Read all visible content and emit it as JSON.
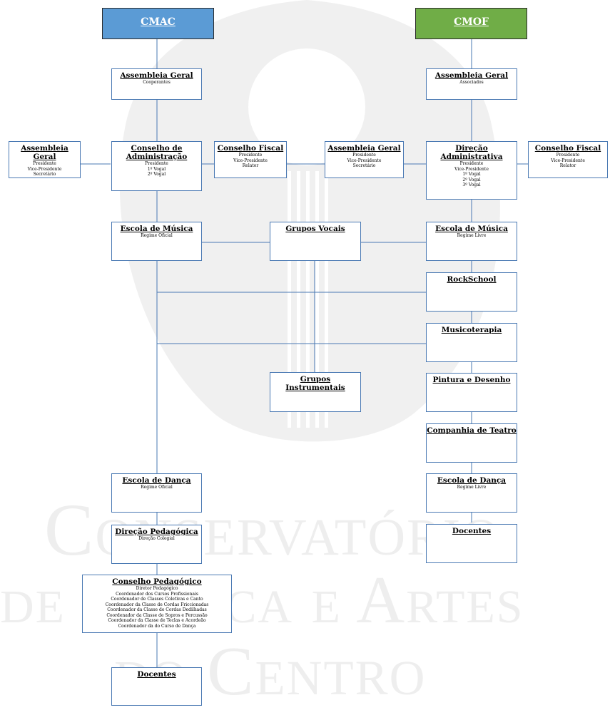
{
  "headers": {
    "cmac": "CMAC",
    "cmof": "CMOF"
  },
  "colors": {
    "cmac": "#5b9bd5",
    "cmof": "#70ad47",
    "line": "#4a79b3"
  },
  "watermark": {
    "line1": "Conservatório",
    "line2": "de Música e Artes",
    "line3": "do Centro"
  },
  "nodes": {
    "ag_cmac": {
      "title": "Assembleia Geral",
      "sub": [
        "Cooperantes"
      ]
    },
    "ag_left": {
      "title": "Assembleia Geral",
      "sub": [
        "Presidente",
        "Vice-Presidente",
        "Secretário"
      ]
    },
    "ca": {
      "title": "Conselho de Administração",
      "sub": [
        "Presidente",
        "1º Vogal",
        "2º Vogal"
      ]
    },
    "cf_cmac": {
      "title": "Conselho Fiscal",
      "sub": [
        "Presidente",
        "Vice-Presidente",
        "Relator"
      ]
    },
    "ag_mid": {
      "title": "Assembleia Geral",
      "sub": [
        "Presidente",
        "Vice-Presidente",
        "Secretário"
      ]
    },
    "ag_cmof": {
      "title": "Assembleia Geral",
      "sub": [
        "Associados"
      ]
    },
    "da": {
      "title": "Direção Administrativa",
      "sub": [
        "Presidente",
        "Vice-Presidente",
        "1º Vogal",
        "2º Vogal",
        "3º Vogal"
      ]
    },
    "cf_cmof": {
      "title": "Conselho Fiscal",
      "sub": [
        "Presidente",
        "Vice-Presidente",
        "Relator"
      ]
    },
    "em_cmac": {
      "title": "Escola de Música",
      "sub": [
        "Regime Oficial"
      ]
    },
    "gv": {
      "title": "Grupos Vocais",
      "sub": []
    },
    "em_cmof": {
      "title": "Escola de Música",
      "sub": [
        "Regime Livre"
      ]
    },
    "rock": {
      "title": "RockSchool",
      "sub": []
    },
    "musico": {
      "title": "Musicoterapia",
      "sub": []
    },
    "gi": {
      "title": "Grupos Instrumentais",
      "sub": []
    },
    "pintura": {
      "title": "Pintura e Desenho",
      "sub": []
    },
    "teatro": {
      "title": "Companhia de Teatro",
      "sub": []
    },
    "ed_cmac": {
      "title": "Escola de Dança",
      "sub": [
        "Regime Oficial"
      ]
    },
    "ed_cmof": {
      "title": "Escola de Dança",
      "sub": [
        "Regime Livre"
      ]
    },
    "dp": {
      "title": "Direção Pedagógica",
      "sub": [
        "Direção Colegial"
      ]
    },
    "doc_cmof": {
      "title": "Docentes",
      "sub": []
    },
    "cp": {
      "title": "Conselho Pedagógico",
      "sub": [
        "Diretor Pedagógico",
        "Coordenador dos Cursos Profissionais",
        "Coordenador de Classes Coletivas e Canto",
        "Coordenador da Classe de Cordas Friccionadas",
        "Coordenador da Classe de Cordas Dedilhadas",
        "Coordenador da Classe de Sopros e Percussão",
        "Coordenador da Classe de Teclas e Acordeão",
        "Coordenador da do Curso de Dança"
      ]
    },
    "doc_cmac": {
      "title": "Docentes",
      "sub": []
    }
  }
}
